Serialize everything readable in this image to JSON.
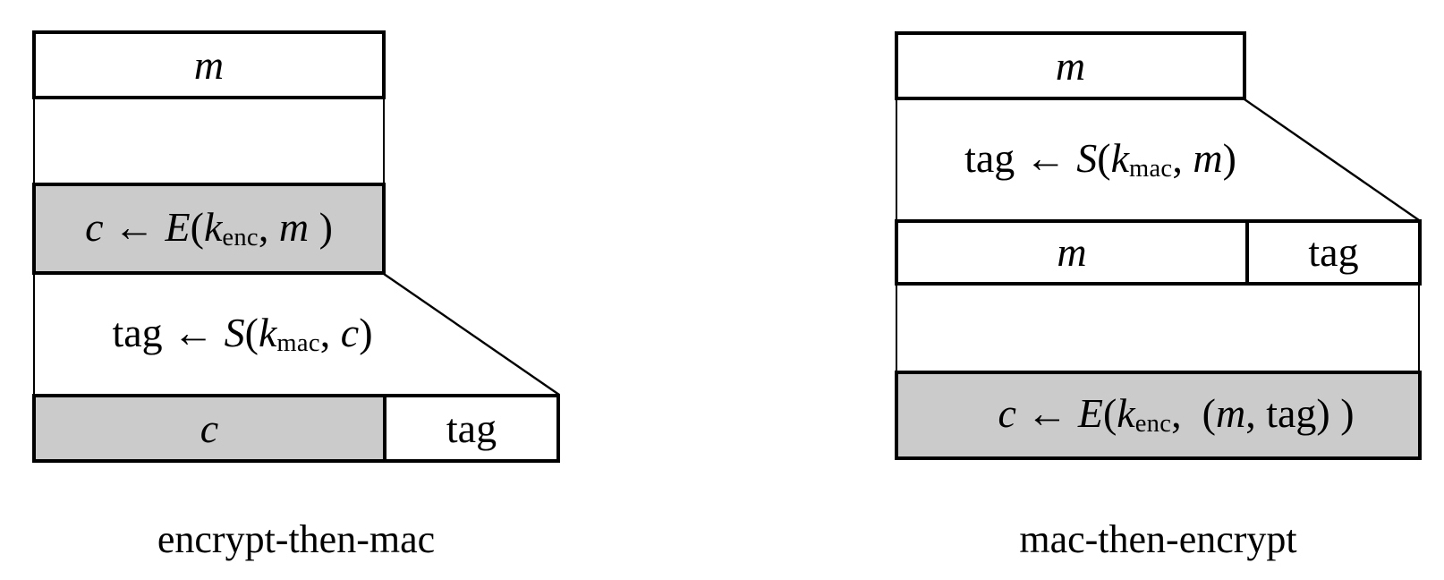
{
  "colors": {
    "outline": "#000000",
    "shaded_fill": "#cbcbcb",
    "box_fill": "#ffffff",
    "background": "#ffffff"
  },
  "left_diagram": {
    "caption": "encrypt-then-mac",
    "message": [
      {
        "t": "m",
        "i": true
      }
    ],
    "encrypt_formula": [
      {
        "t": "c",
        "i": true
      },
      {
        "t": " ← "
      },
      {
        "t": "E",
        "i": true
      },
      {
        "t": "("
      },
      {
        "t": "k",
        "i": true
      },
      {
        "t": "enc",
        "sub": true
      },
      {
        "t": ", "
      },
      {
        "t": "m",
        "i": true
      },
      {
        "t": " )"
      }
    ],
    "mac_formula": [
      {
        "t": "tag"
      },
      {
        "t": " ← "
      },
      {
        "t": "S",
        "i": true
      },
      {
        "t": "("
      },
      {
        "t": "k",
        "i": true
      },
      {
        "t": "mac",
        "sub": true
      },
      {
        "t": ", "
      },
      {
        "t": "c",
        "i": true
      },
      {
        "t": ")"
      }
    ],
    "output_ciphertext": [
      {
        "t": "c",
        "i": true
      }
    ],
    "output_tag": [
      {
        "t": "tag"
      }
    ]
  },
  "right_diagram": {
    "caption": "mac-then-encrypt",
    "message": [
      {
        "t": "m",
        "i": true
      }
    ],
    "mac_formula": [
      {
        "t": "tag"
      },
      {
        "t": " ← "
      },
      {
        "t": "S",
        "i": true
      },
      {
        "t": "("
      },
      {
        "t": "k",
        "i": true
      },
      {
        "t": "mac",
        "sub": true
      },
      {
        "t": ", "
      },
      {
        "t": "m",
        "i": true
      },
      {
        "t": ")"
      }
    ],
    "concat_message": [
      {
        "t": "m",
        "i": true
      }
    ],
    "concat_tag": [
      {
        "t": "tag"
      }
    ],
    "encrypt_formula": [
      {
        "t": "c",
        "i": true
      },
      {
        "t": " ← "
      },
      {
        "t": "E",
        "i": true
      },
      {
        "t": "("
      },
      {
        "t": "k",
        "i": true
      },
      {
        "t": "enc",
        "sub": true
      },
      {
        "t": ",  ("
      },
      {
        "t": "m",
        "i": true
      },
      {
        "t": ", tag) )"
      }
    ]
  }
}
